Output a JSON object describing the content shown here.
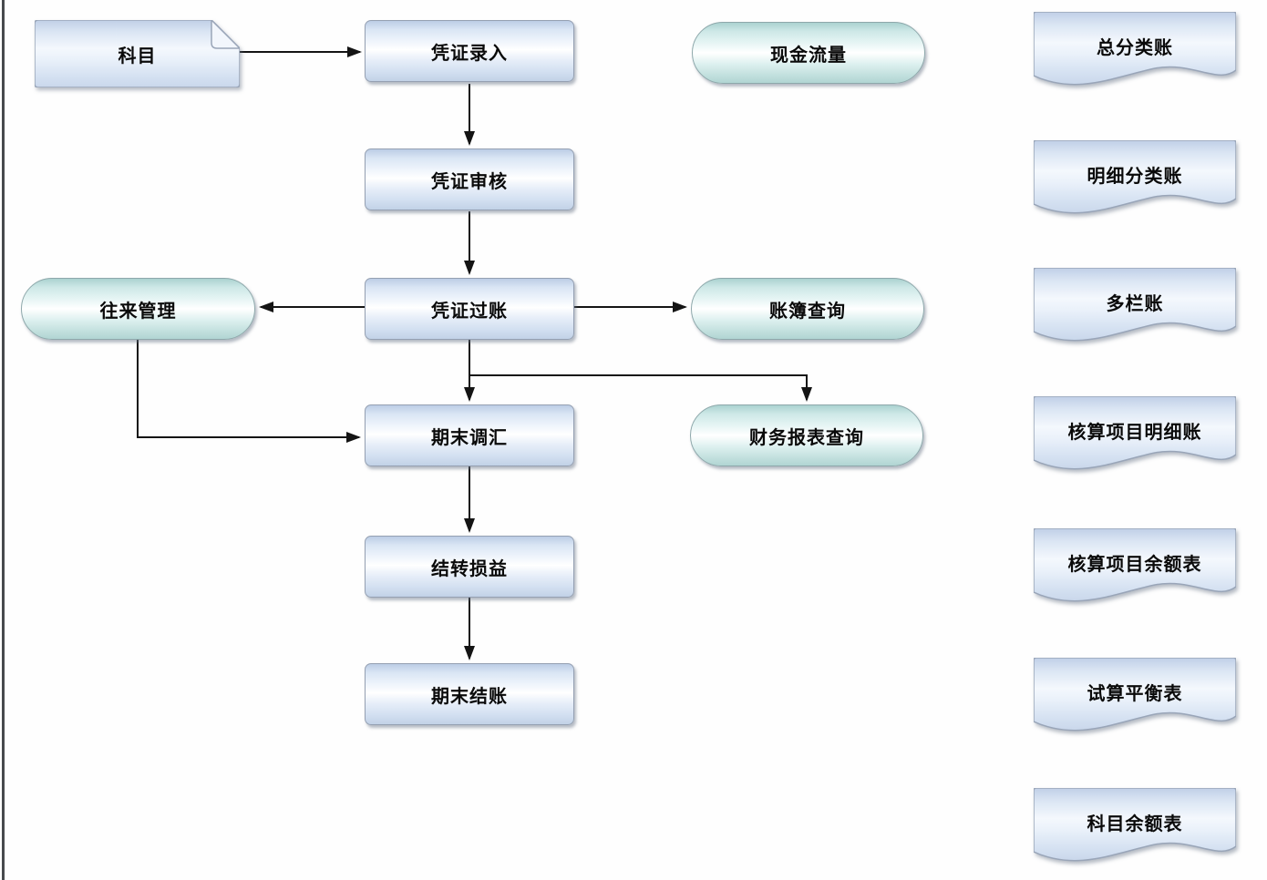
{
  "diagram": {
    "type": "flowchart",
    "language": "zh-CN",
    "subject_input": {
      "label": "科目",
      "shape": "folded-document"
    },
    "process_nodes": [
      {
        "id": "voucher-entry",
        "label": "凭证录入"
      },
      {
        "id": "voucher-review",
        "label": "凭证审核"
      },
      {
        "id": "voucher-posting",
        "label": "凭证过账"
      },
      {
        "id": "period-end-fx-adjust",
        "label": "期末调汇"
      },
      {
        "id": "transfer-profit-loss",
        "label": "结转损益"
      },
      {
        "id": "period-end-closing",
        "label": "期末结账"
      }
    ],
    "stadium_nodes": [
      {
        "id": "cash-flow",
        "label": "现金流量"
      },
      {
        "id": "contact-management",
        "label": "往来管理"
      },
      {
        "id": "ledger-query",
        "label": "账簿查询"
      },
      {
        "id": "financial-report-query",
        "label": "财务报表查询"
      }
    ],
    "report_documents": [
      {
        "label": "总分类账"
      },
      {
        "label": "明细分类账"
      },
      {
        "label": "多栏账"
      },
      {
        "label": "核算项目明细账"
      },
      {
        "label": "核算项目余额表"
      },
      {
        "label": "试算平衡表"
      },
      {
        "label": "科目余额表"
      }
    ],
    "connections": [
      {
        "from": "科目",
        "to": "凭证录入"
      },
      {
        "from": "凭证录入",
        "to": "凭证审核"
      },
      {
        "from": "凭证审核",
        "to": "凭证过账"
      },
      {
        "from": "凭证过账",
        "to": "往来管理"
      },
      {
        "from": "凭证过账",
        "to": "账簿查询"
      },
      {
        "from": "凭证过账",
        "to": "期末调汇"
      },
      {
        "from": "凭证过账",
        "to": "财务报表查询"
      },
      {
        "from": "往来管理",
        "to": "期末调汇"
      },
      {
        "from": "期末调汇",
        "to": "结转损益"
      },
      {
        "from": "结转损益",
        "to": "期末结账"
      }
    ],
    "colors": {
      "process_fill": "#e6eef9",
      "process_border": "#95a0b2",
      "stadium_fill": "#def1f0",
      "stadium_border": "#8ea8ab",
      "document_fill": "#e3ecf8",
      "document_border": "#99a5b8",
      "arrow": "#141414",
      "page_border": "#47494d",
      "background": "#fefefe"
    }
  }
}
